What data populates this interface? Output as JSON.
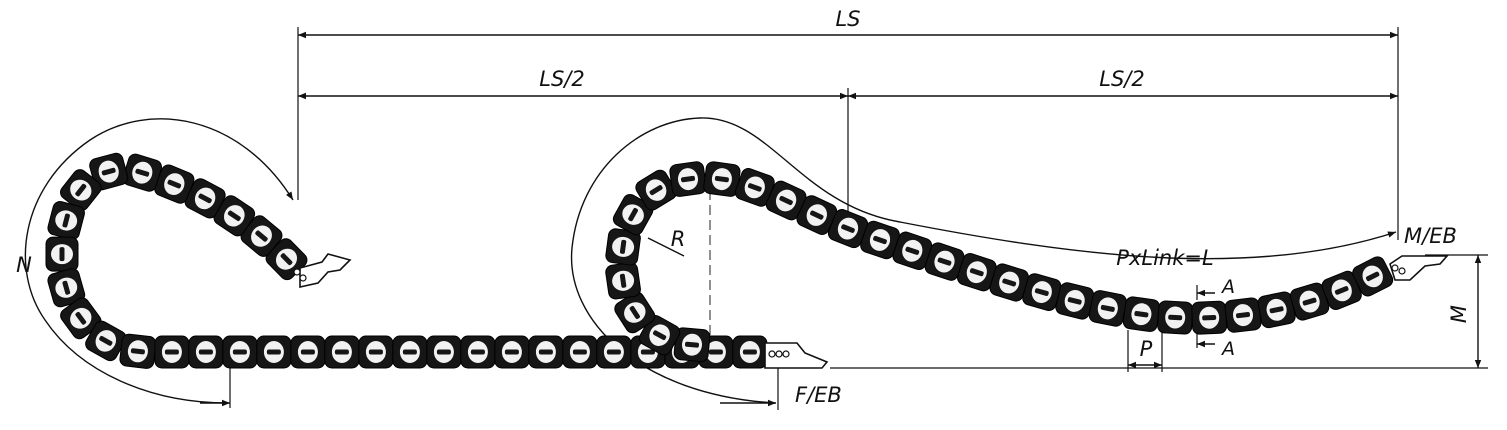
{
  "labels": {
    "ls": "LS",
    "ls_half_left": "LS/2",
    "ls_half_right": "LS/2",
    "n": "N",
    "r": "R",
    "pxlink": "PxLink=L",
    "m_eb": "M/EB",
    "f_eb": "F/EB",
    "m": "M",
    "p": "P",
    "a_top": "A",
    "a_bottom": "A"
  },
  "colors": {
    "line": "#111111",
    "chain": "#161616",
    "background": "#ffffff"
  }
}
